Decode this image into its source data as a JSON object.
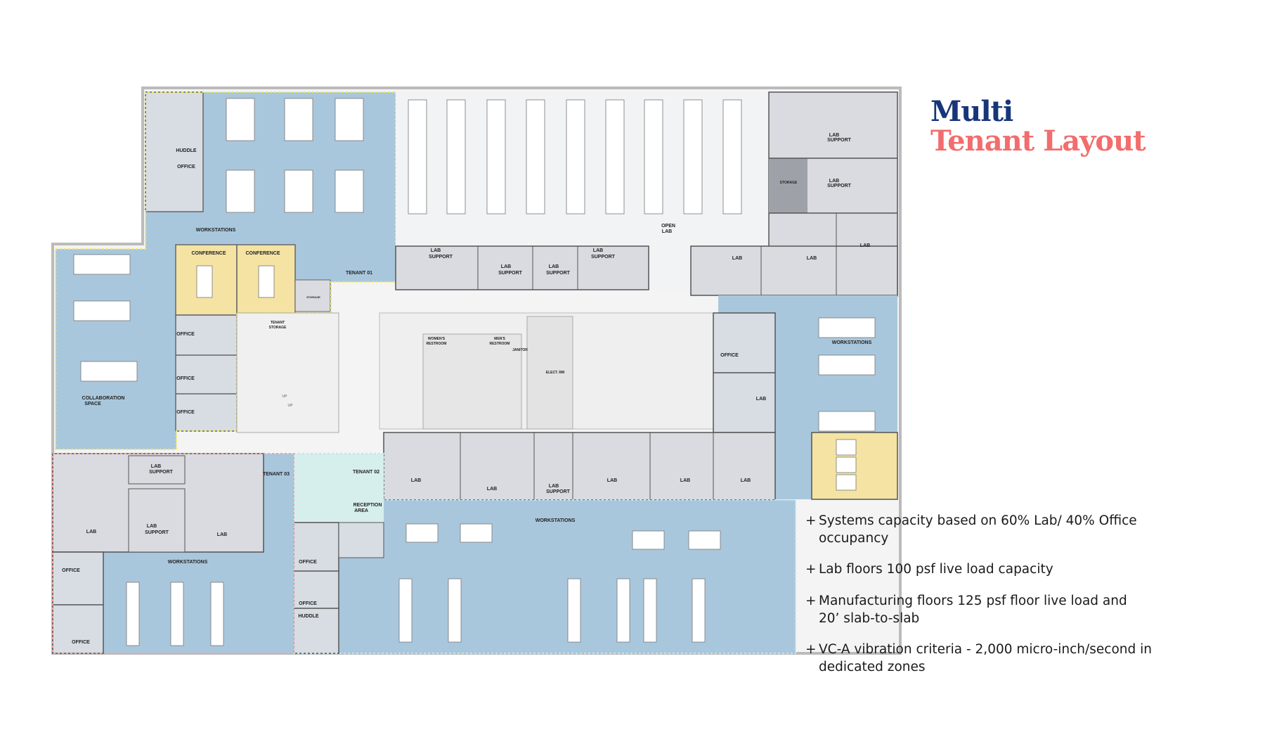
{
  "title": {
    "line1": "Multi",
    "line2": "Tenant Layout"
  },
  "colors": {
    "title_navy": "#17367a",
    "title_coral": "#f26d6d",
    "office_blue": "#a9c7dc",
    "lab_gray": "#d9dbe0",
    "open_lab": "#f2f3f5",
    "conference_yellow": "#f5e3a3",
    "reception_mint": "#d6efec"
  },
  "bullets": [
    "Systems capacity based on 60% Lab/ 40% Office occupancy",
    "Lab floors 100 psf live load capacity",
    "Manufacturing floors 125 psf floor live load and 20’ slab-to-slab",
    "VC-A vibration criteria - 2,000 micro-inch/second in dedicated zones"
  ],
  "bullet_marker": "+",
  "rooms": [
    "HUDDLE",
    "OFFICE",
    "WORKSTATIONS",
    "CONFERENCE",
    "CONFERENCE",
    "TENANT 01",
    "STORAGE",
    "TENANT",
    "STORAGE",
    "OFFICE",
    "OFFICE",
    "OFFICE",
    "COLLABORATION",
    "SPACE",
    "OPEN",
    "LAB",
    "LAB",
    "SUPPORT",
    "LAB",
    "SUPPORT",
    "LAB",
    "SUPPORT",
    "LAB",
    "SUPPORT",
    "LAB",
    "LAB",
    "LAB",
    "LAB",
    "SUPPORT",
    "STORAGE",
    "LAB",
    "SUPPORT",
    "WOMEN'S",
    "RESTROOM",
    "MEN'S",
    "RESTROOM",
    "JANITOR",
    "ELECT. RM",
    "OFFICE",
    "WORKSTATIONS",
    "LAB",
    "LAB",
    "LAB",
    "LAB",
    "SUPPORT",
    "LAB",
    "LAB",
    "LAB",
    "LAB",
    "SUPPORT",
    "LAB",
    "LAB",
    "SUPPORT",
    "LAB",
    "TENANT 03",
    "TENANT 02",
    "RECEPTION",
    "AREA",
    "WORKSTATIONS",
    "WORKSTATIONS",
    "OFFICE",
    "OFFICE",
    "OFFICE",
    "OFFICE",
    "HUDDLE",
    "UP",
    "UP"
  ]
}
